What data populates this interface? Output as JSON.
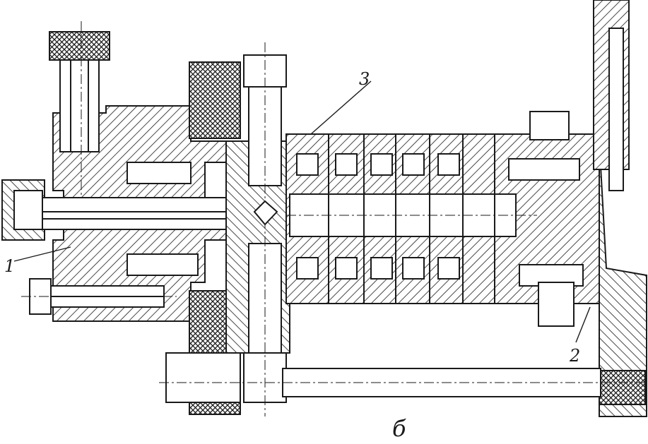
{
  "labels": {
    "part_1": "1",
    "part_2": "2",
    "part_3": "3",
    "view": "б"
  },
  "colors": {
    "ink": "#1a1a1a",
    "paper": "#ffffff"
  }
}
